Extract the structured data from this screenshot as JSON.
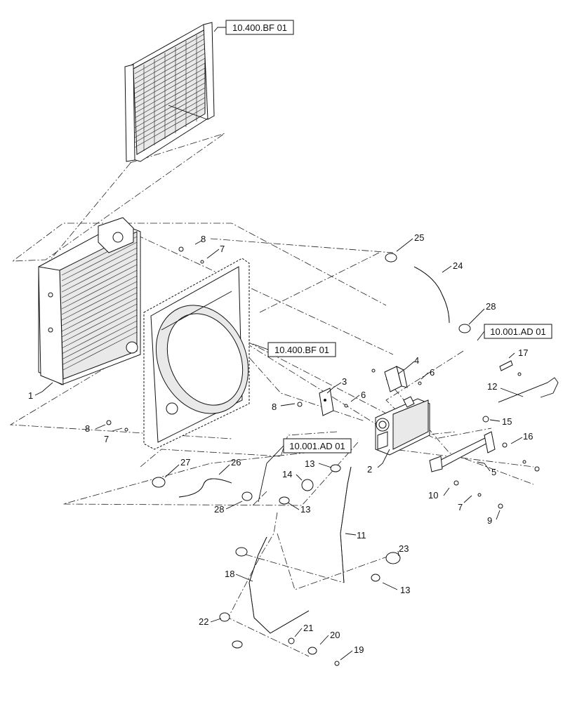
{
  "diagram": {
    "callouts": [
      {
        "id": "c1",
        "text": "1"
      },
      {
        "id": "c2",
        "text": "2"
      },
      {
        "id": "c3",
        "text": "3"
      },
      {
        "id": "c4",
        "text": "4"
      },
      {
        "id": "c5",
        "text": "5"
      },
      {
        "id": "c6a",
        "text": "6"
      },
      {
        "id": "c6b",
        "text": "6"
      },
      {
        "id": "c7a",
        "text": "7"
      },
      {
        "id": "c7b",
        "text": "7"
      },
      {
        "id": "c7c",
        "text": "7"
      },
      {
        "id": "c8a",
        "text": "8"
      },
      {
        "id": "c8b",
        "text": "8"
      },
      {
        "id": "c8c",
        "text": "8"
      },
      {
        "id": "c9",
        "text": "9"
      },
      {
        "id": "c10",
        "text": "10"
      },
      {
        "id": "c11",
        "text": "11"
      },
      {
        "id": "c12",
        "text": "12"
      },
      {
        "id": "c13a",
        "text": "13"
      },
      {
        "id": "c13b",
        "text": "13"
      },
      {
        "id": "c13c",
        "text": "13"
      },
      {
        "id": "c14",
        "text": "14"
      },
      {
        "id": "c15",
        "text": "15"
      },
      {
        "id": "c16",
        "text": "16"
      },
      {
        "id": "c17",
        "text": "17"
      },
      {
        "id": "c18",
        "text": "18"
      },
      {
        "id": "c19",
        "text": "19"
      },
      {
        "id": "c20",
        "text": "20"
      },
      {
        "id": "c21",
        "text": "21"
      },
      {
        "id": "c22",
        "text": "22"
      },
      {
        "id": "c23",
        "text": "23"
      },
      {
        "id": "c24",
        "text": "24"
      },
      {
        "id": "c25",
        "text": "25"
      },
      {
        "id": "c26",
        "text": "26"
      },
      {
        "id": "c27",
        "text": "27"
      },
      {
        "id": "c28a",
        "text": "28"
      },
      {
        "id": "c28b",
        "text": "28"
      }
    ],
    "references": [
      {
        "id": "r1",
        "text": "10.400.BF 01"
      },
      {
        "id": "r2",
        "text": "10.400.BF 01"
      },
      {
        "id": "r3",
        "text": "10.001.AD 01"
      },
      {
        "id": "r4",
        "text": "10.001.AD 01"
      }
    ]
  }
}
